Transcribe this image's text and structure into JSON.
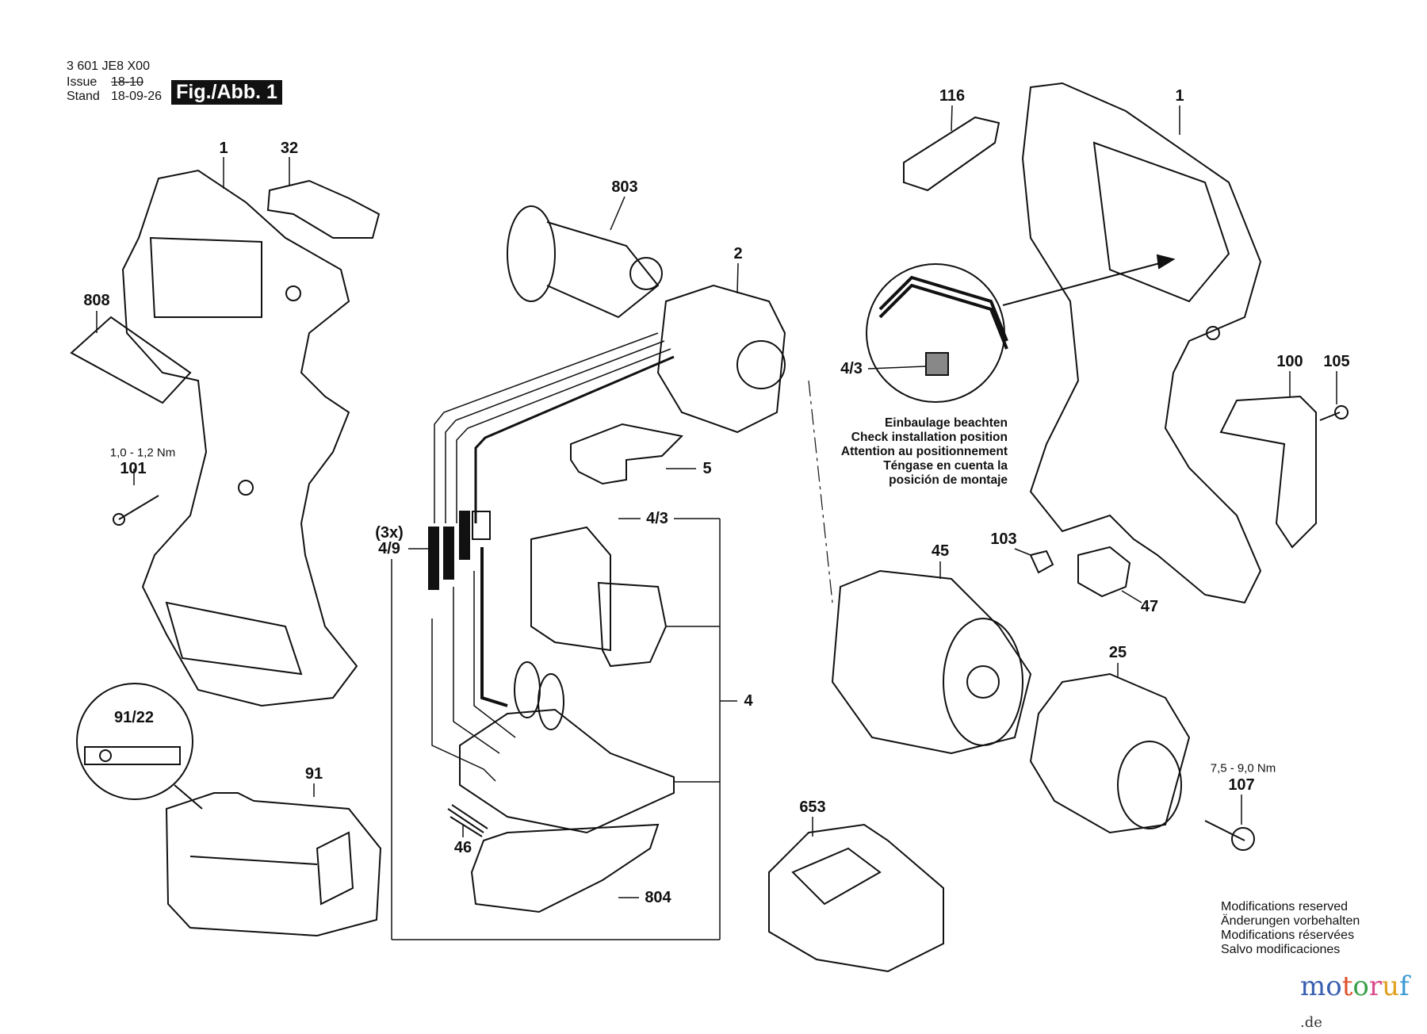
{
  "header": {
    "part_number": "3 601 JE8 X00",
    "issue_label": "Issue",
    "issue_value": "18-10",
    "stand_label": "Stand",
    "stand_value": "18-09-26",
    "figure_label": "Fig./Abb. 1"
  },
  "callouts": {
    "housing_left": "1",
    "housing_right": "1",
    "p32": "32",
    "p808": "808",
    "torque_101": "1,0 - 1,2 Nm",
    "p101": "101",
    "p91_22": "91/22",
    "p91": "91",
    "p803": "803",
    "p2": "2",
    "p116": "116",
    "p4_3_detail": "4/3",
    "p100": "100",
    "p105": "105",
    "p5": "5",
    "qty_3x": "(3x)",
    "p4_9": "4/9",
    "p4_3": "4/3",
    "p4": "4",
    "p45": "45",
    "p103": "103",
    "p47": "47",
    "p25": "25",
    "torque_107": "7,5 - 9,0 Nm",
    "p107": "107",
    "p653": "653",
    "p46": "46",
    "p804": "804"
  },
  "installation_note": [
    "Einbaulage beachten",
    "Check installation position",
    "Attention au positionnement",
    "Téngase en cuenta la",
    "posición de montaje"
  ],
  "modifications_note": [
    "Modifications reserved",
    "Änderungen vorbehalten",
    "Modifications réservées",
    "Salvo modificaciones"
  ],
  "watermark": {
    "text": "motoruf",
    "suffix": ".de",
    "colors": [
      "#3a5fb0",
      "#3a5fb0",
      "#e0502a",
      "#3aa04a",
      "#d94a8a",
      "#e0a020",
      "#3a9ad0"
    ]
  }
}
